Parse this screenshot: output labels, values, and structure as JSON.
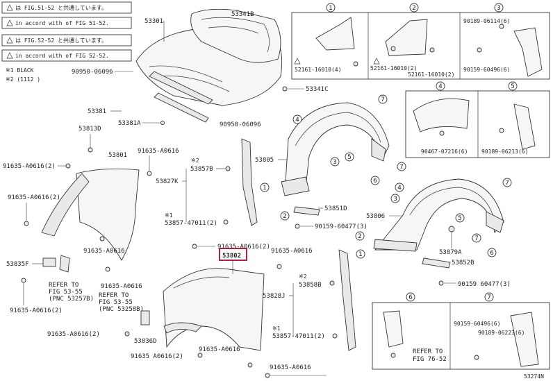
{
  "notes": {
    "note1": "は FIG.51-52 と共通しています。",
    "note2": "in accord with  of FIG 51-52.",
    "note3": "は FIG.52-52 と共通しています。",
    "note4": "in accord with  of FIG 52-52.",
    "black": "※1 BLACK",
    "date": "※2 (1112      )"
  },
  "parts": {
    "p53301": "53301",
    "p53341B": "53341B",
    "p90950_06096a": "90950-06096",
    "p53341C": "53341C",
    "p53381": "53381",
    "p53381A": "53381A",
    "p90950_06096b": "90950-06096",
    "p53813D": "53813D",
    "p53801": "53801",
    "p91635_A0616_top": "91635-A0616",
    "p91635_A0616_2_left": "91635-A0616(2)",
    "p91635_A0616_2_mid": "91635-A0616(2)",
    "p91635_A0616_lower": "91635-A0616",
    "p53827K": "53827K",
    "p53857B": "53857B",
    "p53857_47011": "53857-47011(2)",
    "p53835F": "53835F",
    "p91635_A0616_below": "91635-A0616",
    "p91635_A0616_2_bl": "91635-A0616(2)",
    "refer1_a": "REFER TO",
    "refer1_b": "FIG 53-55",
    "refer1_c": "(PNC 53257B)",
    "refer2_a": "REFER TO",
    "refer2_b": "FIG 53-55",
    "refer2_c": "(PNC 53258B)",
    "p91635_A0616_2_top2": "91635-A0616(2)",
    "p91635_A0616_right": "91635-A0616",
    "p53802": "53802",
    "p53858B": "53858B",
    "p53828J": "53828J",
    "p53857_47011_b": "53857-47011(2)",
    "p91635_A0616_2_b2": "91635-A0616(2)",
    "p53836D": "53836D",
    "p91635_A0616_2_b3": "91635 A0616(2)",
    "p91635_A0616_b4": "91635-A0616",
    "p91635_A0616_b5": "91635-A0616",
    "p53805": "53805",
    "p53851D": "53851D",
    "p90159_60477_a": "90159-60477(3)",
    "p53806": "53806",
    "p53879A": "53879A",
    "p53852B": "53852B",
    "p90159_60477_b": "90159 60477(3)",
    "marker_star2": "※2",
    "marker_star1": "※1"
  },
  "callouts": {
    "c1": "1",
    "c2": "2",
    "c3": "3",
    "c4": "4",
    "c5": "5",
    "c6": "6",
    "c7": "7"
  },
  "detail_boxes": {
    "b1": {
      "num": "1",
      "parts": [
        "52161-16010(4)"
      ]
    },
    "b2": {
      "num": "2",
      "parts": [
        "52161-16010(2)",
        "52161-16010(2)"
      ]
    },
    "b3": {
      "num": "3",
      "parts": [
        "90189-06114(6)",
        "90159-60496(6)"
      ]
    },
    "b4": {
      "num": "4",
      "parts": [
        "90467-07216(6)"
      ]
    },
    "b5": {
      "num": "5",
      "parts": [
        "90189-06213(6)"
      ]
    },
    "b6": {
      "num": "6",
      "parts": [
        "REFER TO",
        "FIG 76-52"
      ]
    },
    "b7": {
      "num": "7",
      "parts": [
        "90159-60496(6)",
        "90189-06223(6)"
      ]
    }
  },
  "figure_id": "53274N"
}
